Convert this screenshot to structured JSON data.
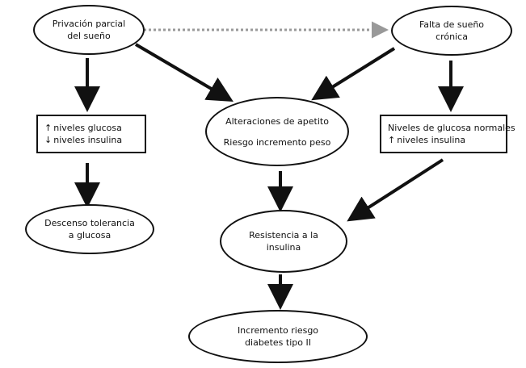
{
  "nodes": {
    "privacion": {
      "lines": [
        "Privación parcial",
        "del sueño"
      ]
    },
    "falta": {
      "lines": [
        "Falta de sueño",
        "crónica"
      ]
    },
    "glucosa_alta": {
      "lines": [
        {
          "arrow": "↑",
          "text": "niveles glucosa"
        },
        {
          "arrow": "↓",
          "text": "niveles insulina"
        }
      ]
    },
    "apetito": {
      "lines": [
        "Alteraciones de apetito",
        "Riesgo incremento peso"
      ]
    },
    "glucosa_normal": {
      "lines": [
        {
          "arrow": "",
          "text": "Niveles de glucosa normales"
        },
        {
          "arrow": "↑",
          "text": "niveles insulina"
        }
      ]
    },
    "tolerancia": {
      "lines": [
        "Descenso tolerancia",
        "a glucosa"
      ]
    },
    "resistencia": {
      "lines": [
        "Resistencia a la",
        "insulina"
      ]
    },
    "diabetes": {
      "lines": [
        "Incremento riesgo",
        "diabetes tipo II"
      ]
    }
  }
}
